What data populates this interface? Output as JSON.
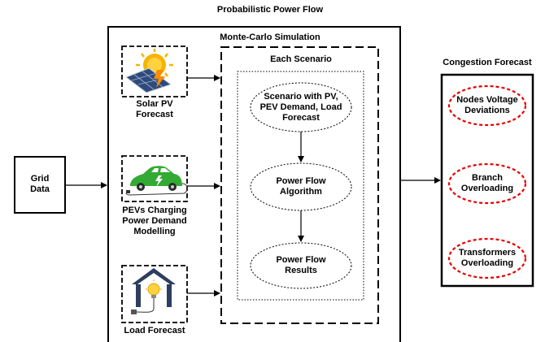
{
  "header": {
    "title": "Probabilistic Power Flow"
  },
  "monte_carlo": {
    "title": "Monte-Carlo Simulation"
  },
  "inputs": {
    "solar": {
      "label": "Solar PV Forecast",
      "line1": "Solar PV",
      "line2": "Forecast",
      "icon": "solar-panel-sun-icon"
    },
    "pev": {
      "label": "PEVs Charging Power Demand Modelling",
      "line1": "PEVs Charging",
      "line2": "Power Demand",
      "line3": "Modelling",
      "icon": "electric-car-icon"
    },
    "load": {
      "label": "Load Forecast",
      "line1": "Load Forecast",
      "icon": "house-lightbulb-icon"
    }
  },
  "grid": {
    "line1": "Grid",
    "line2": "Data"
  },
  "scenario": {
    "title": "Each Scenario",
    "steps": [
      {
        "line1": "Scenario with PV,",
        "line2": "PEV Demand, Load",
        "line3": "Forecast"
      },
      {
        "line1": "Power Flow",
        "line2": "Algorithm"
      },
      {
        "line1": "Power Flow",
        "line2": "Results"
      }
    ]
  },
  "congestion": {
    "title": "Congestion Forecast",
    "items": [
      {
        "line1": "Nodes Voltage",
        "line2": "Deviations"
      },
      {
        "line1": "Branch",
        "line2": "Overloading"
      },
      {
        "line1": "Transformers",
        "line2": "Overloading"
      }
    ]
  },
  "colors": {
    "line": "#000000",
    "congestion_ellipse": "#e60000",
    "sun": "#f6b400",
    "panel": "#2f4a7a",
    "car": "#33aa33"
  }
}
